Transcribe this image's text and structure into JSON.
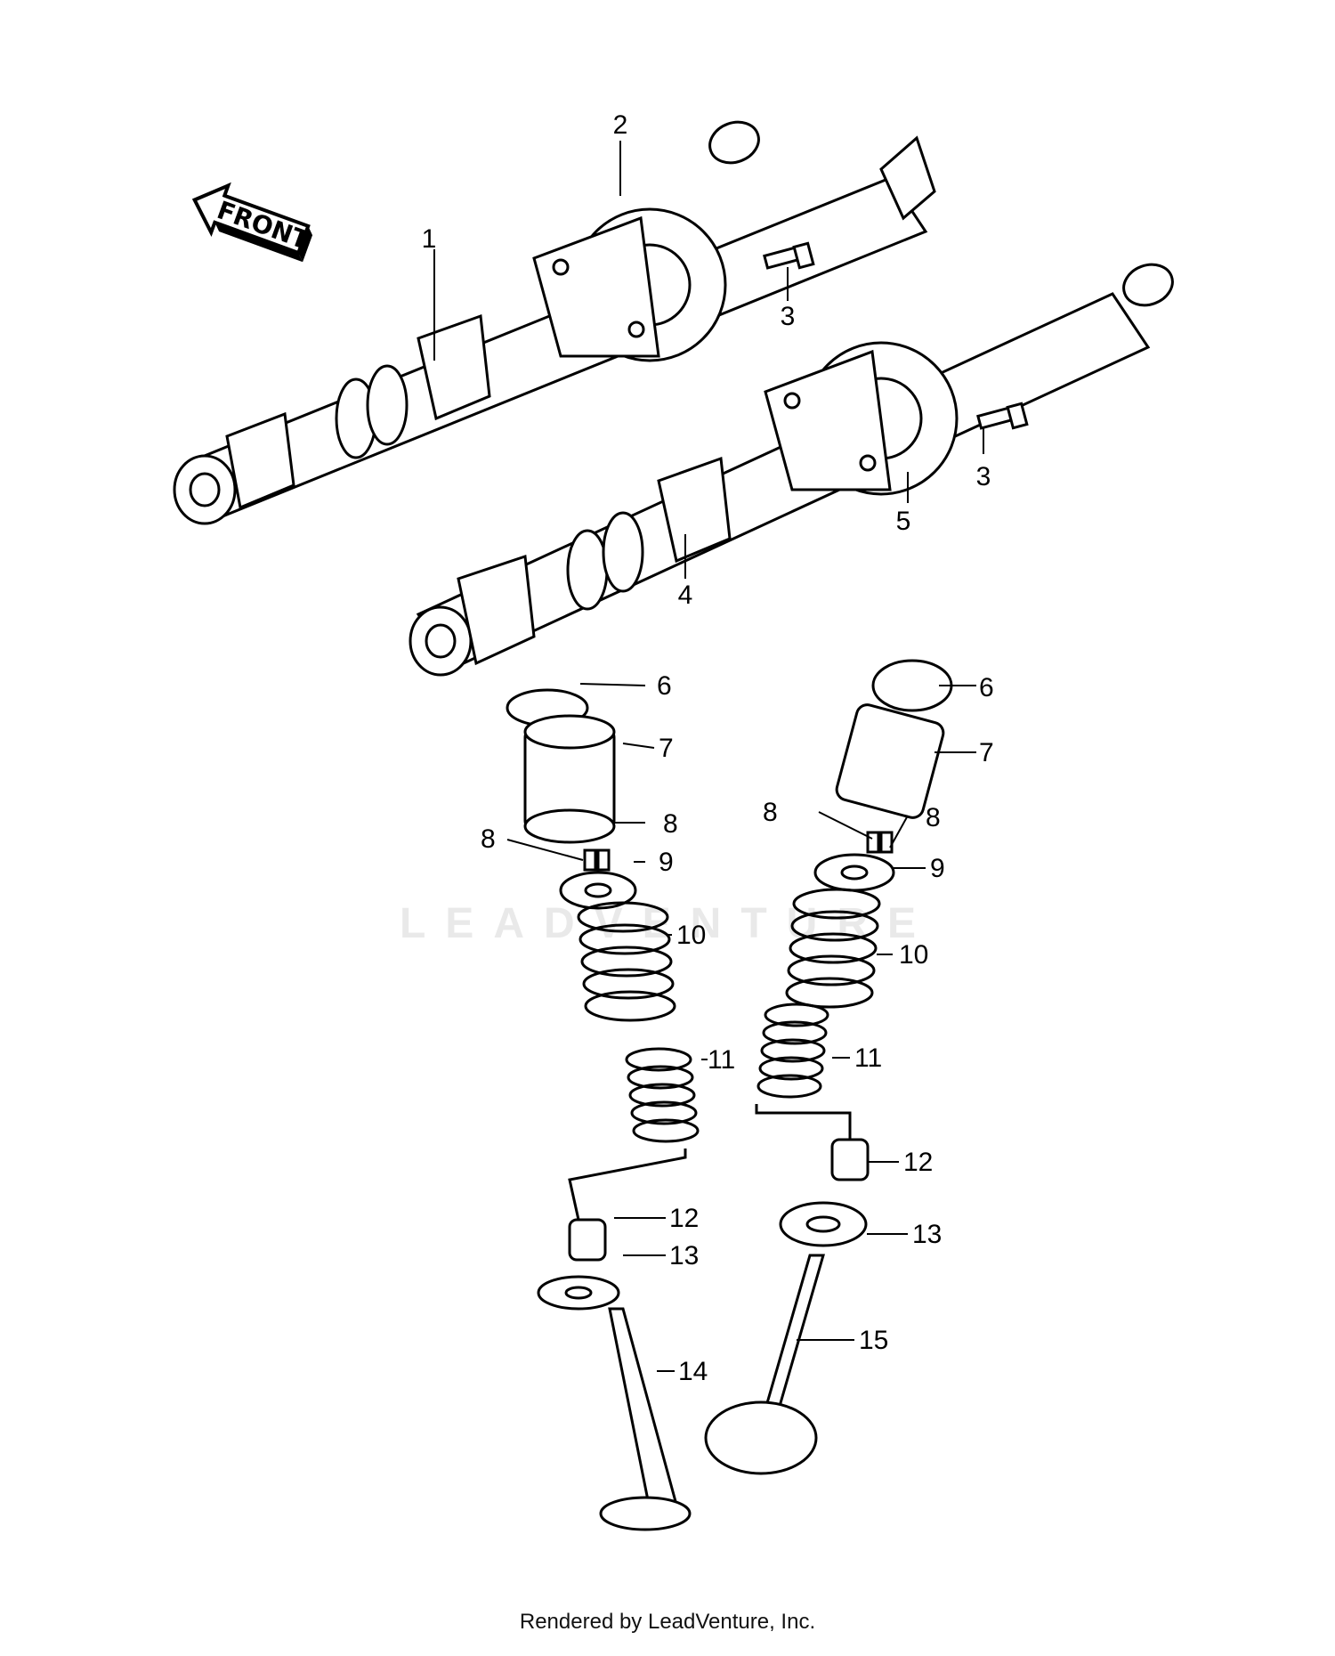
{
  "diagram": {
    "front_arrow_text": "FRONT",
    "callouts": [
      "1",
      "2",
      "3",
      "3",
      "4",
      "5",
      "6",
      "6",
      "7",
      "7",
      "8",
      "8",
      "8",
      "8",
      "9",
      "9",
      "10",
      "10",
      "11",
      "11",
      "12",
      "12",
      "13",
      "13",
      "14",
      "15"
    ],
    "watermark": "LEADVENTURE",
    "footer": "Rendered by LeadVenture, Inc."
  }
}
